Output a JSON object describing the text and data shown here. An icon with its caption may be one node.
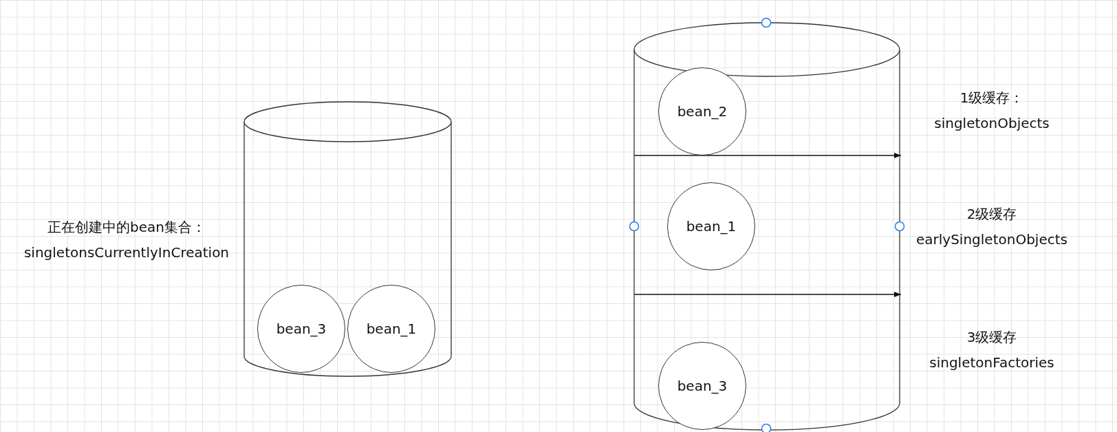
{
  "diagram": {
    "nodes": [
      {
        "text": [],
        "shape": "cylinder"
      },
      {
        "text": [
          "bean_3"
        ],
        "in": 0
      },
      {
        "text": [
          "bean_1"
        ],
        "in": 0
      },
      {
        "text": [],
        "shape": "cylinder"
      },
      {
        "text": [
          "bean_2"
        ],
        "in": 3
      },
      {
        "text": [
          "bean_1"
        ],
        "in": 3
      },
      {
        "text": [
          "bean_3"
        ],
        "in": 3
      }
    ],
    "edges": [],
    "labels": [
      "正在创建中的bean集合： singletonsCurrentlyInCreation",
      "1级缓存： singletonObjects",
      "2级缓存 earlySingletonObjects",
      "3级缓存 singletonFactories"
    ]
  }
}
